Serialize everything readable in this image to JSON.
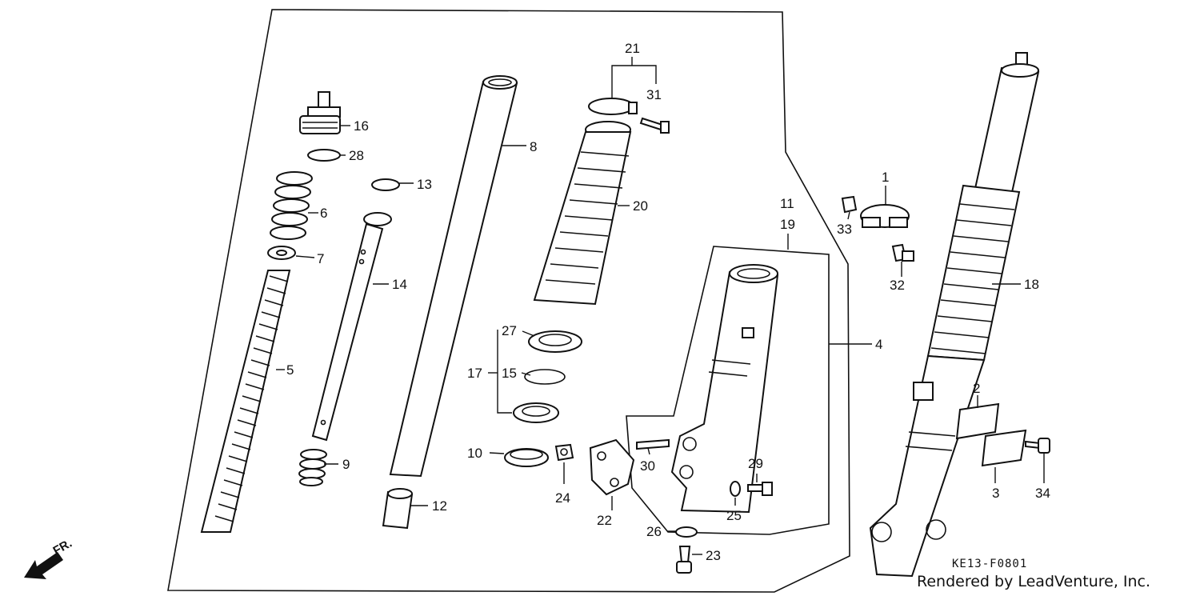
{
  "diagram": {
    "part_labels": [
      "1",
      "2",
      "3",
      "4",
      "5",
      "6",
      "7",
      "8",
      "9",
      "10",
      "11",
      "12",
      "13",
      "14",
      "15",
      "16",
      "17",
      "18",
      "19",
      "20",
      "21",
      "22",
      "23",
      "24",
      "25",
      "26",
      "27",
      "28",
      "29",
      "30",
      "31",
      "32",
      "33",
      "34"
    ],
    "front_marker": "FR.",
    "drawing_code": "KE13-F0801",
    "credit": "Rendered by LeadVenture, Inc."
  },
  "colors": {
    "ink": "#111111",
    "background": "#ffffff"
  }
}
